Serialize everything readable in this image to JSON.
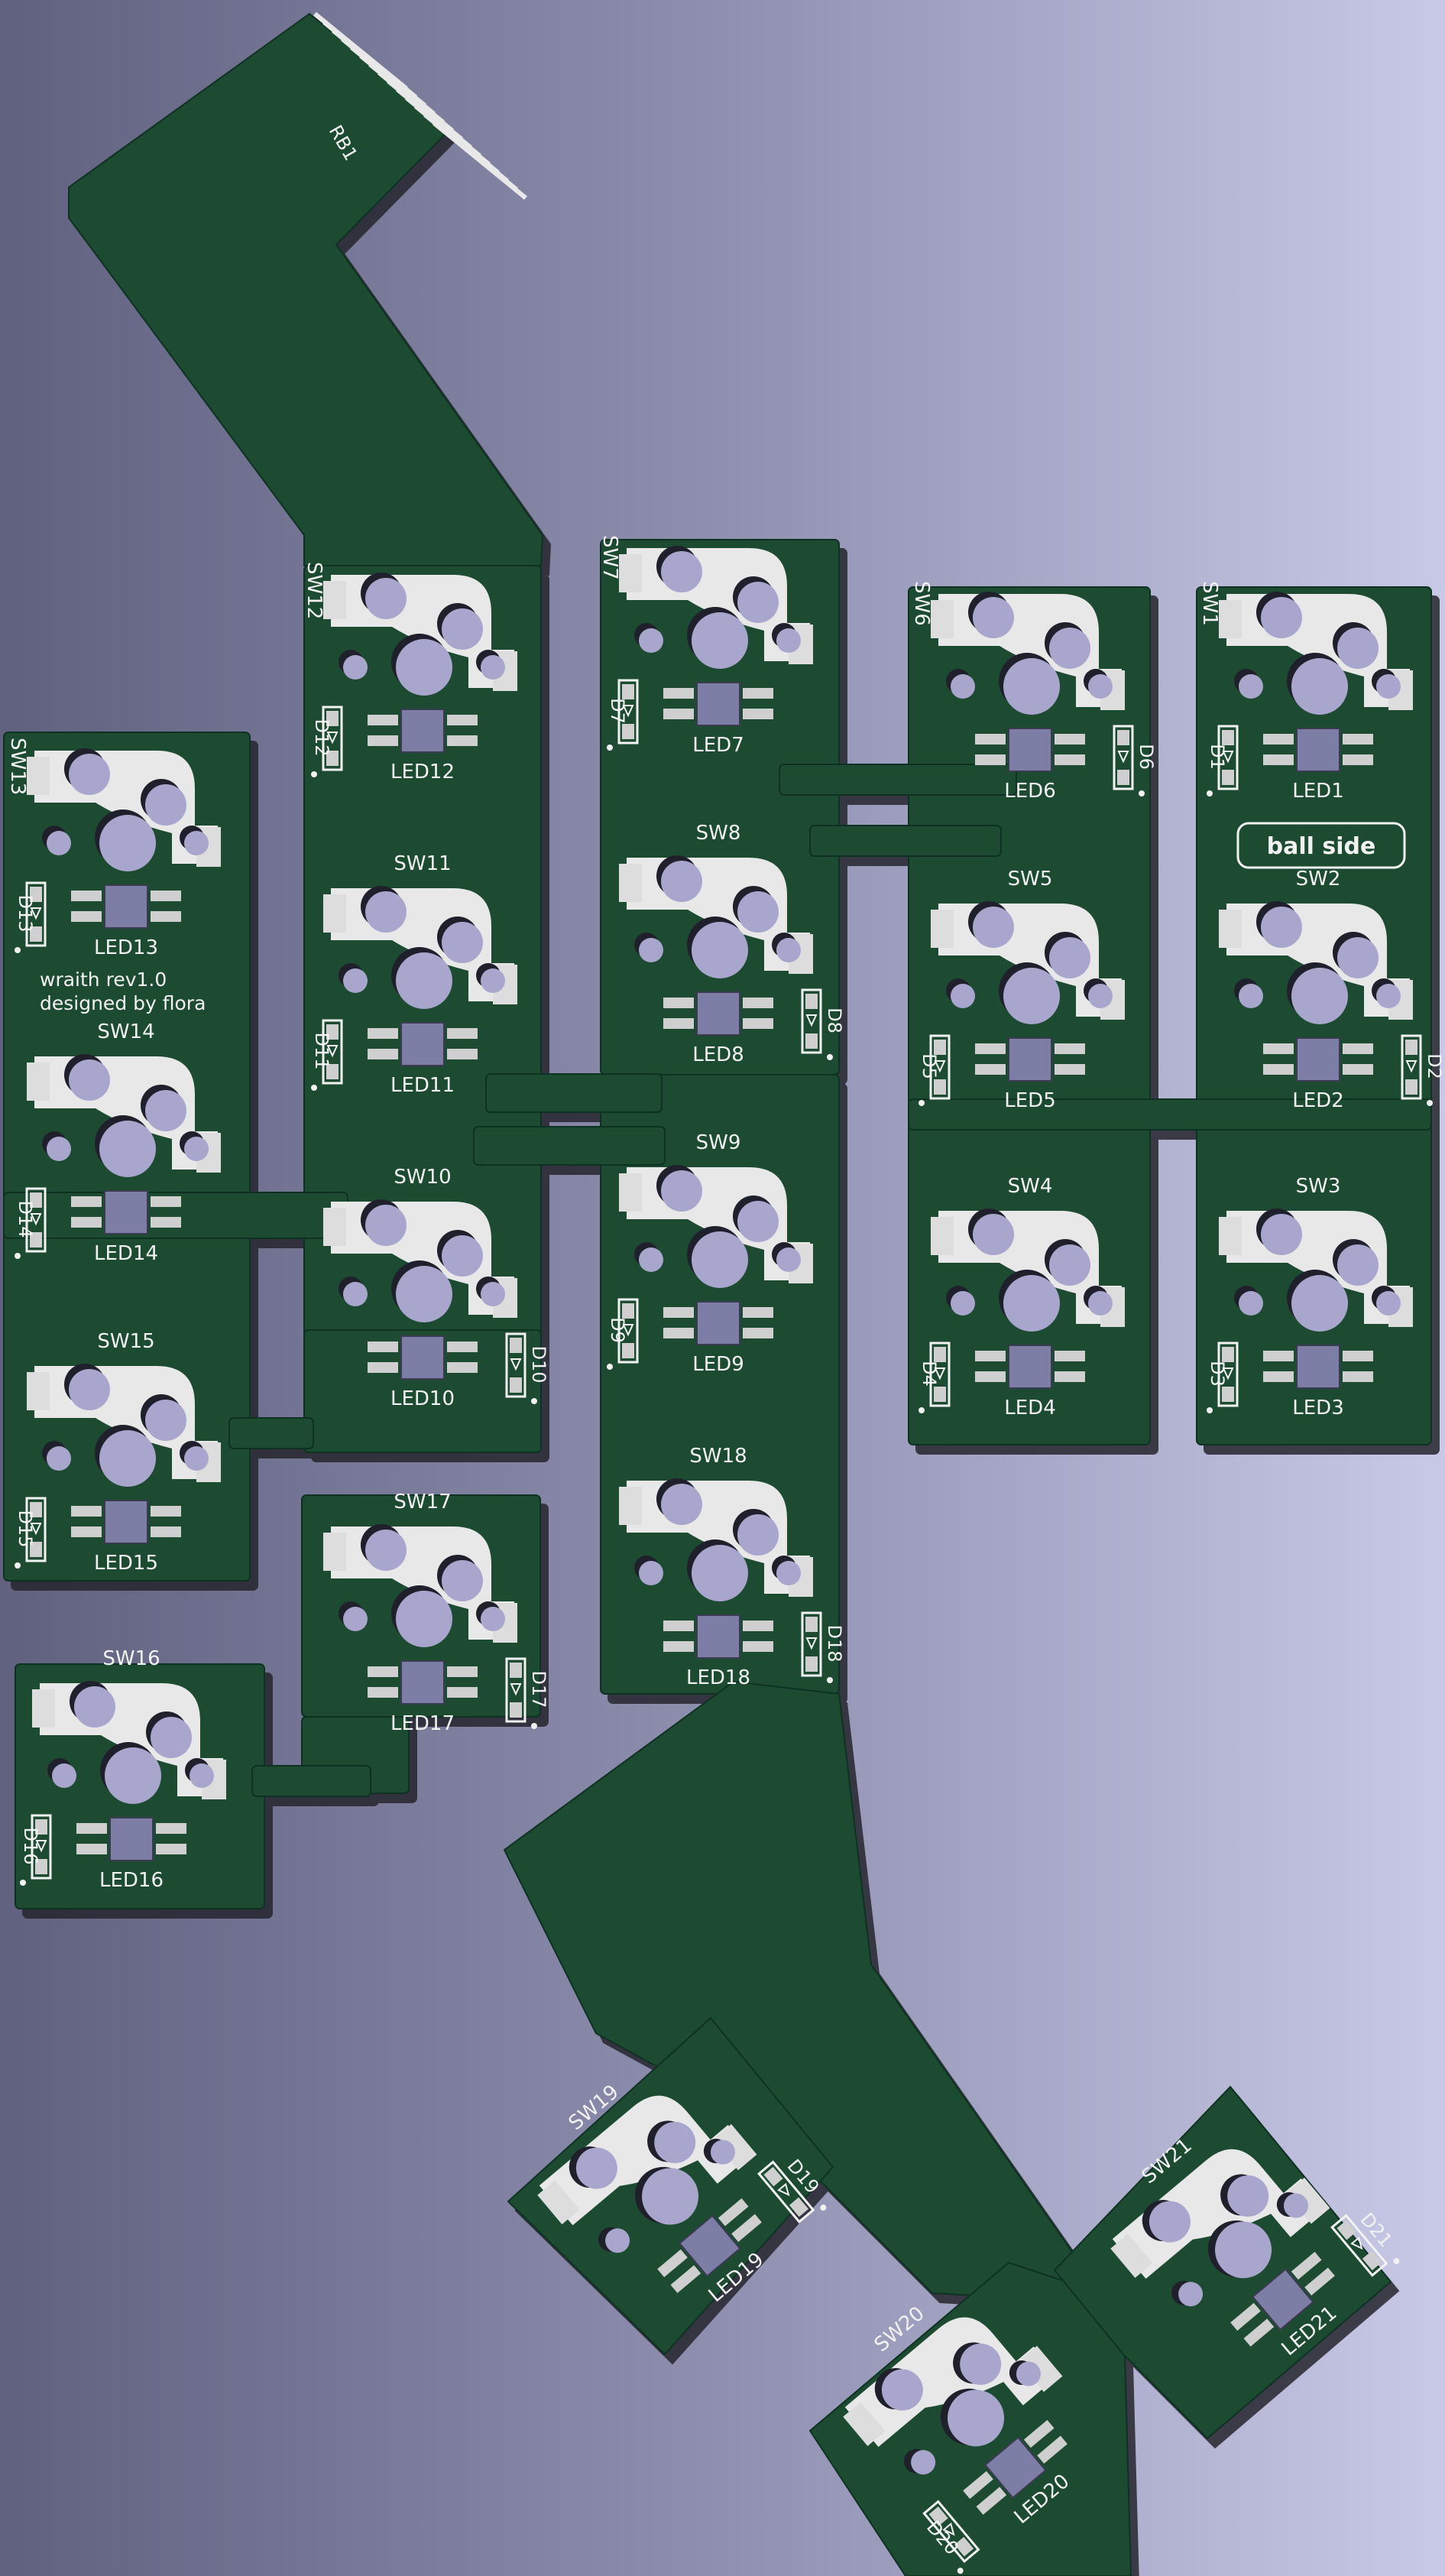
{
  "colors": {
    "board": "#1d4b32",
    "board_edge": "#113020",
    "shadow": "#2a2a34",
    "silk": "#f2f2f2",
    "pad": "#e8e8e8",
    "hole": "#a8a6cc",
    "hole_shadow": "#20202c",
    "copper_pad": "#cfcfcf"
  },
  "ribbon": {
    "label": "RB1"
  },
  "board_text": {
    "credit_line1": "wraith rev1.0",
    "credit_line2": "designed by flora",
    "ball_side": "ball side"
  },
  "keys": [
    {
      "id": 1,
      "sw": "SW1",
      "led": "LED1",
      "diode": "D1"
    },
    {
      "id": 2,
      "sw": "SW2",
      "led": "LED2",
      "diode": "D2"
    },
    {
      "id": 3,
      "sw": "SW3",
      "led": "LED3",
      "diode": "D3"
    },
    {
      "id": 4,
      "sw": "SW4",
      "led": "LED4",
      "diode": "D4"
    },
    {
      "id": 5,
      "sw": "SW5",
      "led": "LED5",
      "diode": "D5"
    },
    {
      "id": 6,
      "sw": "SW6",
      "led": "LED6",
      "diode": "D6"
    },
    {
      "id": 7,
      "sw": "SW7",
      "led": "LED7",
      "diode": "D7"
    },
    {
      "id": 8,
      "sw": "SW8",
      "led": "LED8",
      "diode": "D8"
    },
    {
      "id": 9,
      "sw": "SW9",
      "led": "LED9",
      "diode": "D9"
    },
    {
      "id": 10,
      "sw": "SW10",
      "led": "LED10",
      "diode": "D10"
    },
    {
      "id": 11,
      "sw": "SW11",
      "led": "LED11",
      "diode": "D11"
    },
    {
      "id": 12,
      "sw": "SW12",
      "led": "LED12",
      "diode": "D12"
    },
    {
      "id": 13,
      "sw": "SW13",
      "led": "LED13",
      "diode": "D13"
    },
    {
      "id": 14,
      "sw": "SW14",
      "led": "LED14",
      "diode": "D14"
    },
    {
      "id": 15,
      "sw": "SW15",
      "led": "LED15",
      "diode": "D15"
    },
    {
      "id": 16,
      "sw": "SW16",
      "led": "LED16",
      "diode": "D16"
    },
    {
      "id": 17,
      "sw": "SW17",
      "led": "LED17",
      "diode": "D17"
    },
    {
      "id": 18,
      "sw": "SW18",
      "led": "LED18",
      "diode": "D18"
    },
    {
      "id": 19,
      "sw": "SW19",
      "led": "LED19",
      "diode": "D19"
    },
    {
      "id": 20,
      "sw": "SW20",
      "led": "LED20",
      "diode": "D20"
    },
    {
      "id": 21,
      "sw": "SW21",
      "led": "LED21",
      "diode": "D21"
    }
  ]
}
